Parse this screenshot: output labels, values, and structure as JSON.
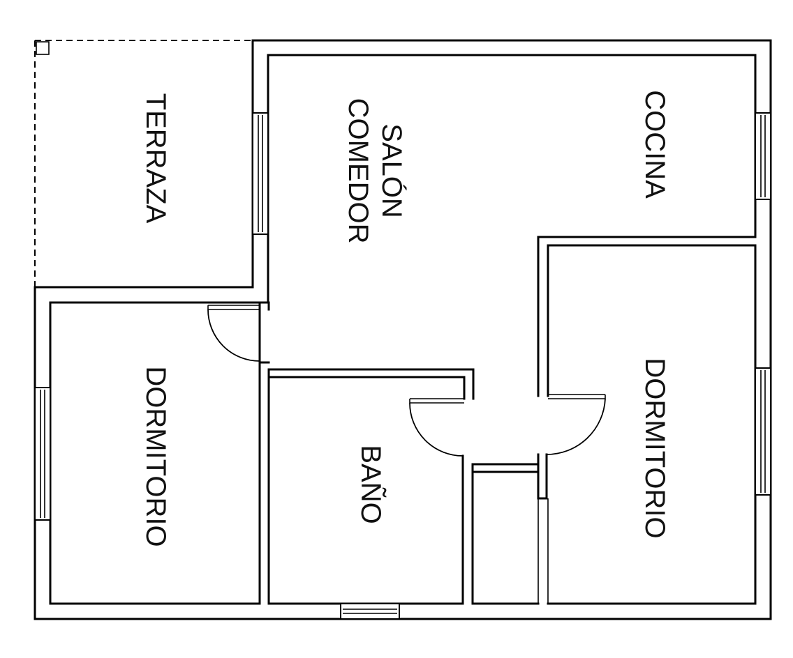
{
  "plan": {
    "rooms": {
      "terraza": "TERRAZA",
      "salon_line1": "SALÓN",
      "salon_line2": "COMEDOR",
      "cocina": "COCINA",
      "dormitorio_left": "DORMITORIO",
      "bano": "BAÑO",
      "dormitorio_right": "DORMITORIO"
    },
    "colors": {
      "wall": "#000000",
      "background": "#ffffff",
      "text": "#111111"
    }
  }
}
